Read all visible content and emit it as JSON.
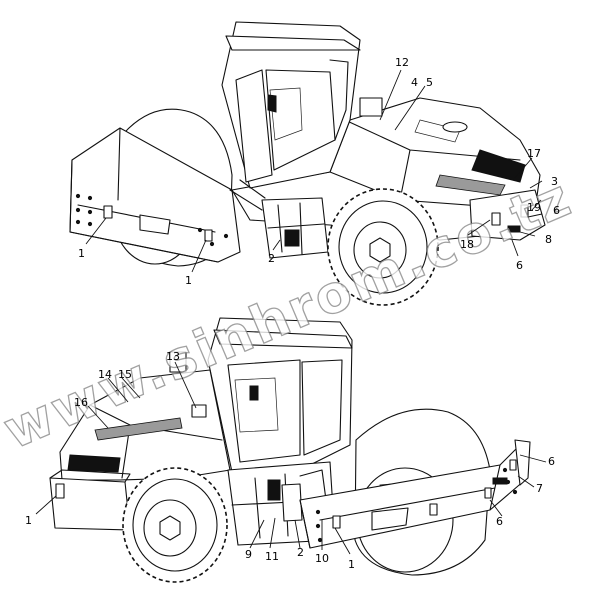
{
  "watermark": "www.sinhrom.co.tz",
  "callouts": {
    "top": [
      "12",
      "4",
      "5",
      "17",
      "3",
      "19",
      "6",
      "8",
      "6",
      "18",
      "1",
      "1",
      "2"
    ],
    "bottom": [
      "13",
      "14",
      "15",
      "16",
      "1",
      "9",
      "11",
      "2",
      "10",
      "1",
      "6",
      "7",
      "6"
    ]
  }
}
